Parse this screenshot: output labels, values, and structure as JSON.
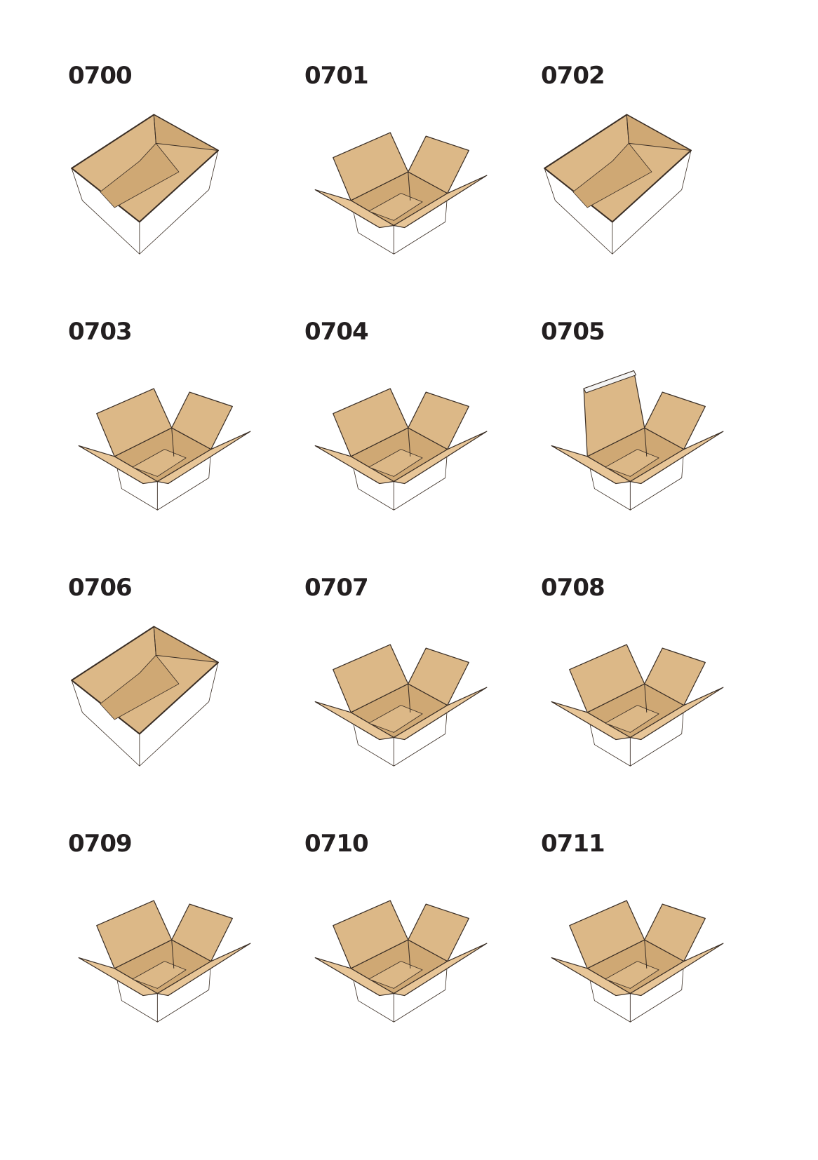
{
  "colors": {
    "cardboard": "#dcb887",
    "cardboard_dark": "#cfa874",
    "inner_flap": "#e8c698",
    "outline": "#3a2e25",
    "side": "#ffffff"
  },
  "boxes": [
    {
      "code": "0700",
      "style": "tray"
    },
    {
      "code": "0701",
      "style": "flaps"
    },
    {
      "code": "0702",
      "style": "tray"
    },
    {
      "code": "0703",
      "style": "flaps"
    },
    {
      "code": "0704",
      "style": "flaps"
    },
    {
      "code": "0705",
      "style": "flaps-roll"
    },
    {
      "code": "0706",
      "style": "tray"
    },
    {
      "code": "0707",
      "style": "flaps"
    },
    {
      "code": "0708",
      "style": "flaps"
    },
    {
      "code": "0709",
      "style": "flaps"
    },
    {
      "code": "0710",
      "style": "flaps"
    },
    {
      "code": "0711",
      "style": "flaps"
    }
  ]
}
